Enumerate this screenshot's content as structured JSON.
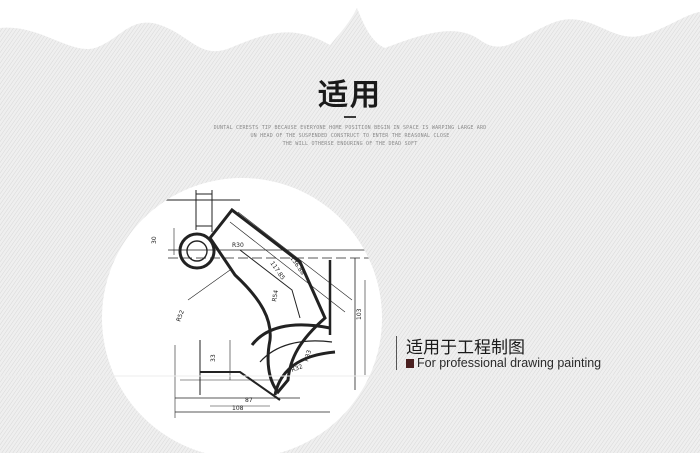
{
  "section": {
    "title": "适用",
    "tagline_lines": [
      "DUNTAL CERESTS TIP BECAUSE EVERYONE HOME POSITION BEGIN IN SPACE IS WARPING LARGE ARD",
      "UN HEAD OF THE SUSPENDED CONSTRUCT TO ENTER THE REASONAL CLOSE",
      "THE WILL OTHERSE ENDURING OF THE DEAD SOFT"
    ]
  },
  "feature": {
    "label_cn": "适用于工程制图",
    "label_en": "For professional drawing painting"
  },
  "drawing": {
    "dimensions": [
      "30",
      "R30",
      "117.85",
      "136.88",
      "R54",
      "R52",
      "103",
      "33",
      "R32",
      "R33",
      "87",
      "108"
    ]
  },
  "colors": {
    "background": "#ffffff",
    "texture": "#e4e4e4",
    "accent_mark": "#4a2020",
    "text": "#1a1a1a"
  }
}
